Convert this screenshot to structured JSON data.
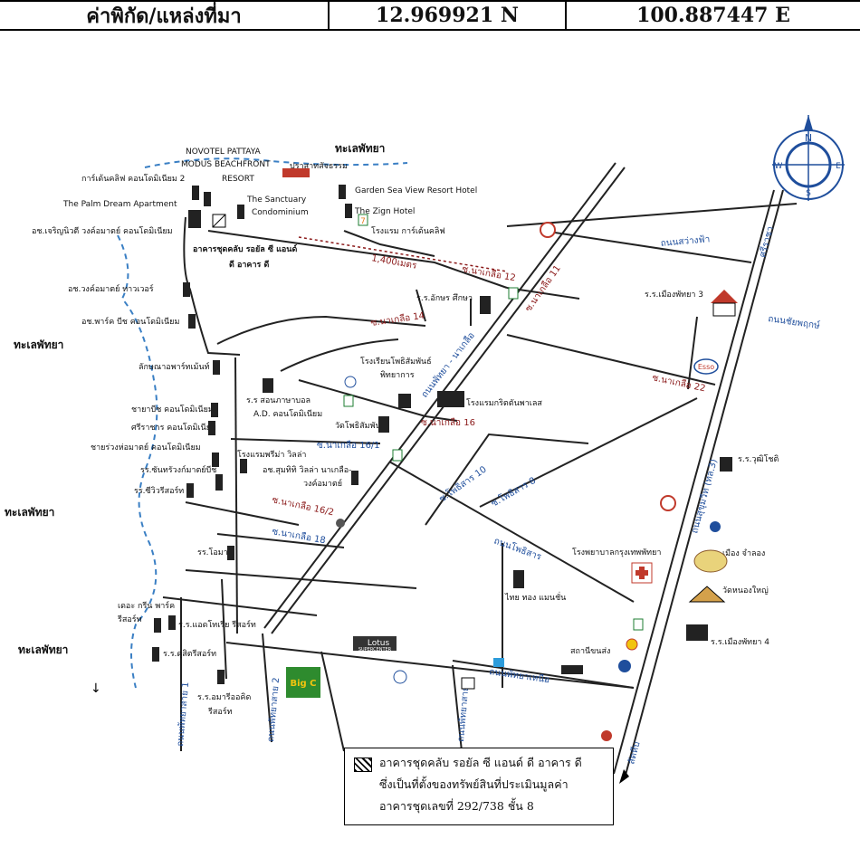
{
  "header": {
    "label": "ค่าพิกัด/แหล่งที่มา",
    "latitude": "12.969921   N",
    "longitude": "100.887447   E"
  },
  "map": {
    "sea": [
      "ทะเลพัทยา",
      "ทะเลพัทยา",
      "ทะเลพัทยา",
      "ทะเลพัทยา"
    ],
    "roads": {
      "sukhumvit": "ถนนสุขุมวิท (ทล.3)",
      "sriracha": "ศรีราชา",
      "sattahip": "สัตหีบ",
      "sawang_fa": "ถนนสว่างฟ้า",
      "chaiyaphruek": "ถนนชัยพฤกษ์",
      "naklua_12": "ซ.นาเกลือ 12",
      "naklua_11": "ซ.นาเกลือ 11",
      "naklua_14": "ซ.นาเกลือ 14",
      "pattaya_naklua": "ถนนพัทยา - นาเกลือ",
      "naklua_16": "ซ.นาเกลือ 16",
      "naklua_16_1": "ซ.นาเกลือ 16/1",
      "naklua_16_2": "ซ.นาเกลือ 16/2",
      "naklua_18": "ซ.นาเกลือ 18",
      "naklua_22": "ซ.นาเกลือ 22",
      "phothisan_10": "ซ.โพธิสาร 10",
      "phothisan_8": "ซ.โพธิสาร 8",
      "phothisan": "ถนนโพธิสาร",
      "pattaya_nuea": "ถนนพัทยาเหนือ",
      "pattaya_3": "ถนนพัทยาสาย 3",
      "pattaya_2": "ถนนพัทยาสาย 2",
      "pattaya_1": "ถนนพัทยาสาย 1",
      "distance": "1,400เมตร"
    },
    "places": {
      "novotel": "NOVOTEL PATTAYA",
      "modus": "MODUS BEACHFRONT",
      "resort": "RESORT",
      "sanctuary_temple": "ปราสาทสัจธรรม",
      "golf_condo": "การ์เด้นคลิฟ คอนโดมิเนียม 2",
      "palm_dream": "The Palm Dream Apartment",
      "sanctuary_condo_1": "The Sanctuary",
      "sanctuary_condo_2": "Condominium",
      "garden_sea": "Garden Sea View Resort Hotel",
      "zign": "The Zign Hotel",
      "garden_cliff": "โรงแรม การ์เด้นคลิฟ",
      "charming": "อช.เจริญนิวตี วงค์อมาตย์ คอนโดมิเนียม",
      "subject_1": "อาคารชุดคลับ รอยัล ซี แอนด์",
      "subject_2": "ดี อาคาร ดี",
      "wongamat_tower": "อช.วงค์อมาตย์ ทาวเวอร์",
      "park_beach": "อช.พาร์ค บีช คอนโดมิเนียม",
      "lakshana": "ลักษณาอพาร์ทเม้นท์",
      "chayabeach": "ชายาบีช คอนโดมิเนียม",
      "sriracha_condo": "ศรีราชาร คอนโดมิเนียม",
      "chaiwong": "ชายร่วงห่อมาตย์ คอนโดมิเนียม",
      "rr_sea": "รร.ซันทรัวงก์มาตย์บีช",
      "rr_wiriwi": "รร.ซีวิวรีสอร์ท",
      "aksorn": "ร.ร.อักษร ศึกษา",
      "photisamphan_school_1": "โรงเรียนโพธิสัมพันธ์",
      "photisamphan_school_2": "พิทยาการ",
      "rr_krit": "โรงแรมกริตตันพาเลส",
      "wat_photi": "วัดโพธิสัมพันธ์",
      "rr_asunf": "ร.ร สอนภาษาบอล",
      "ad_condo": "A.D. คอนโดมิเนียม",
      "ramirez": "โรงแรมพรีม่า วิลล่า",
      "ach_sumtha": "อช.สุมทิทิ วิลล่า นาเกลือ-",
      "wongamat": "วงค์อมาตย์",
      "rr_mueang3": "ร.ร.เมืองพัทยา 3",
      "rr_wutthi": "ร.ร.วุฒิโชติ",
      "bangkok_hospital": "โรงพยาบาลกรุงเทพพัทยา",
      "thai_thong": "ไทย ทอง แมนชั่น",
      "mueang_jamlong": "เมือง จำลอง",
      "wat_nongyai": "วัดหนองใหญ่",
      "rr_mueang4": "ร.ร.เมืองพัทยา 4",
      "rr_oma": "รร.โอมา",
      "green_park_1": "เดอะ กรีน พาร์ค",
      "green_park_2": "รีสอร์ท",
      "rr_adonsotel": "ร.ร.แอดโทเรีย รีสอร์ท",
      "rr_dusit": "ร.ร.ดุสิตรีสอร์ท",
      "amari_1": "ร.ร.อมารีออคิด",
      "amari_2": "รีสอร์ท",
      "lotus_1": "Lotus",
      "lotus_2": "SUPERCENTER",
      "bigc": "Big C",
      "bus_station": "สถานีขนส่ง",
      "esso": "Esso",
      "seven_eleven": "7"
    }
  },
  "legend": {
    "line1": "อาคารชุดคลับ รอยัล ซี แอนด์ ดี อาคาร ดี",
    "line2": "ซึ่งเป็นที่ตั้งของทรัพย์สินที่ประเมินมูลค่า",
    "line3": "อาคารชุดเลขที่ 292/738  ชั้น 8"
  },
  "compass": {
    "n": "N",
    "s": "S",
    "e": "E",
    "w": "W"
  },
  "colors": {
    "accent": "#1f4e9c",
    "distance": "#8b1a1a",
    "coast": "#3a7fc4"
  }
}
